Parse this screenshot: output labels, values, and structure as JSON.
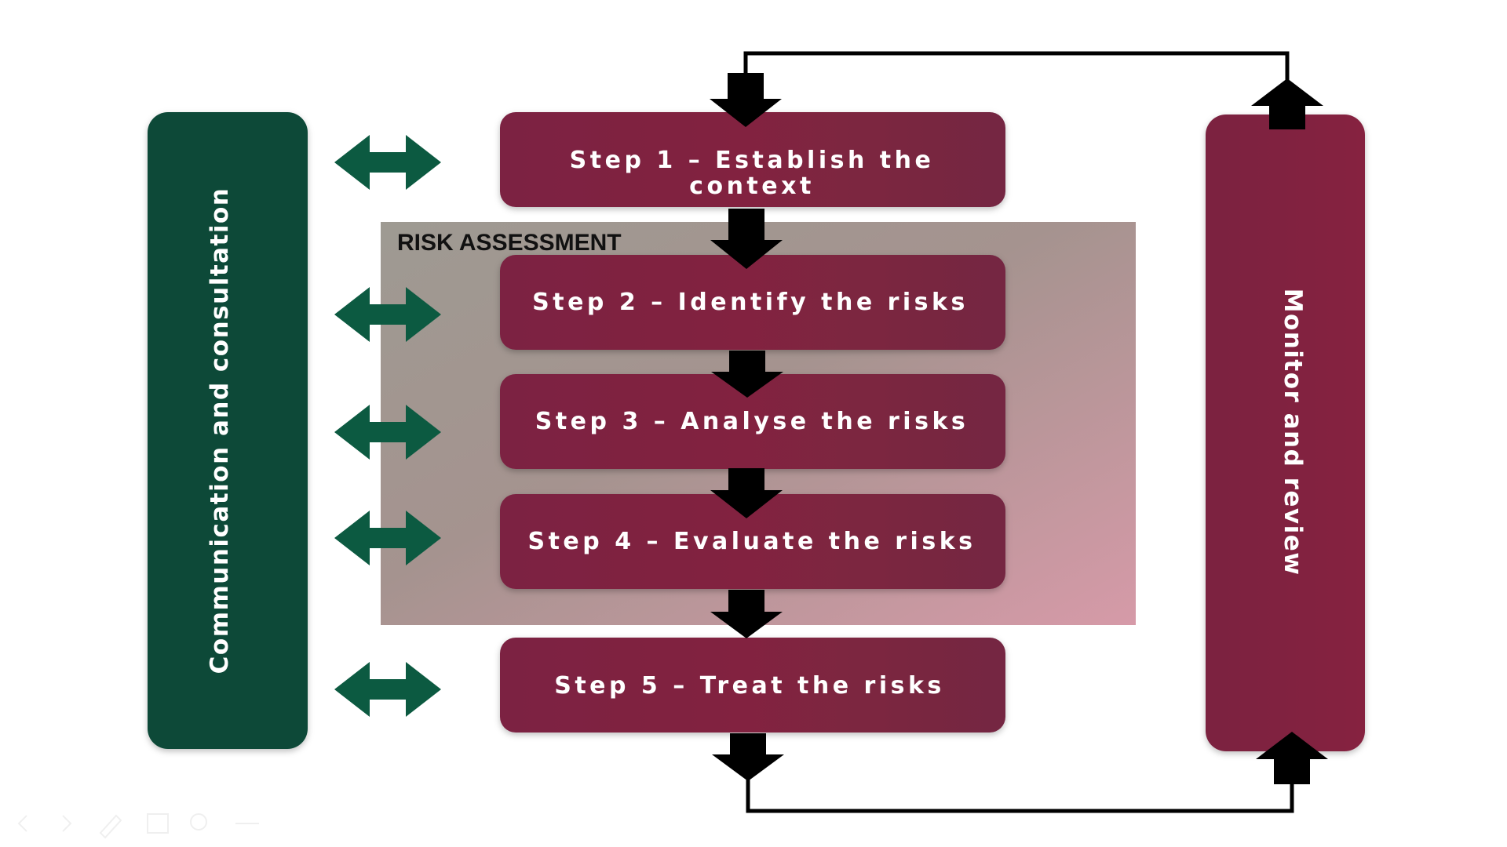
{
  "diagram": {
    "risk_assessment_label": "RISK ASSESSMENT",
    "communication_label": "Communication and consultation",
    "monitor_label": "Monitor and review",
    "steps": [
      {
        "line1": "Step 1 – Establish the",
        "line2": "context"
      },
      {
        "line1": "Step 2 – Identify the risks"
      },
      {
        "line1": "Step 3 – Analyse the risks"
      },
      {
        "line1": "Step 4 – Evaluate the risks"
      },
      {
        "line1": "Step 5 – Treat the risks"
      }
    ],
    "colors": {
      "step_fill_dark": "#7a2342",
      "step_fill_mid": "#7f2545",
      "communication_fill": "#0b4a37",
      "connector_arrow": "#0c5a41",
      "assessment_gray": "#9a9a9a",
      "assessment_pink": "#c9909d",
      "flow_arrow": "#000000"
    },
    "icons": [
      "two-way-arrow-icon",
      "down-arrow-icon",
      "up-arrow-icon"
    ]
  }
}
